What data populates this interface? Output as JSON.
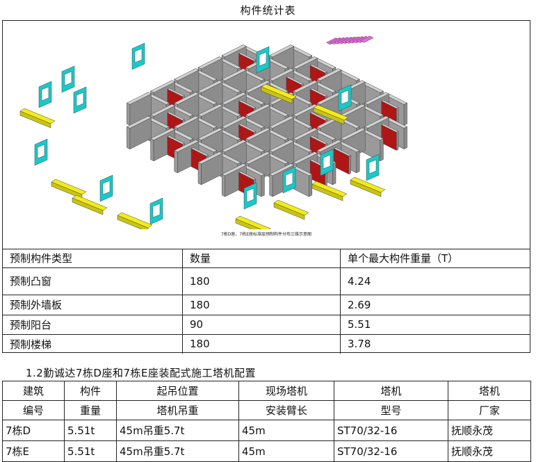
{
  "title": "构件统计表",
  "figure": {
    "caption": "7栋D座、7栋E座标准层预制构件分布三维示意图",
    "colors": {
      "wall": "#a9a9a9",
      "red": "#b01616",
      "cyan": "#18c9c9",
      "yellow": "#f1ec1a",
      "pink": "#e867e0"
    }
  },
  "table1": {
    "headers": [
      "预制构件类型",
      "数量",
      "单个最大构件重量（T）"
    ],
    "rows": [
      [
        "预制凸窗",
        "180",
        "4.24"
      ],
      [
        "预制外墙板",
        "180",
        "2.69"
      ],
      [
        "预制阳台",
        "90",
        "5.51"
      ],
      [
        "预制楼梯",
        "180",
        "3.78"
      ]
    ]
  },
  "section_heading": "1.2勤诚达7栋D座和7栋E座装配式施工塔机配置",
  "table2": {
    "headers": [
      [
        "建筑",
        "编号"
      ],
      [
        "构件",
        "重量"
      ],
      [
        "起吊位置",
        "塔机吊重"
      ],
      [
        "现场塔机",
        "安装臂长"
      ],
      [
        "塔机",
        "型号"
      ],
      [
        "塔机",
        "厂家"
      ]
    ],
    "rows": [
      [
        "7栋D",
        "5.51t",
        "45m吊重5.7t",
        "45m",
        "ST70/32-16",
        "抚顺永茂"
      ],
      [
        "7栋E",
        "5.51t",
        "45m吊重5.7t",
        "45m",
        "ST70/32-16",
        "抚顺永茂"
      ]
    ]
  }
}
